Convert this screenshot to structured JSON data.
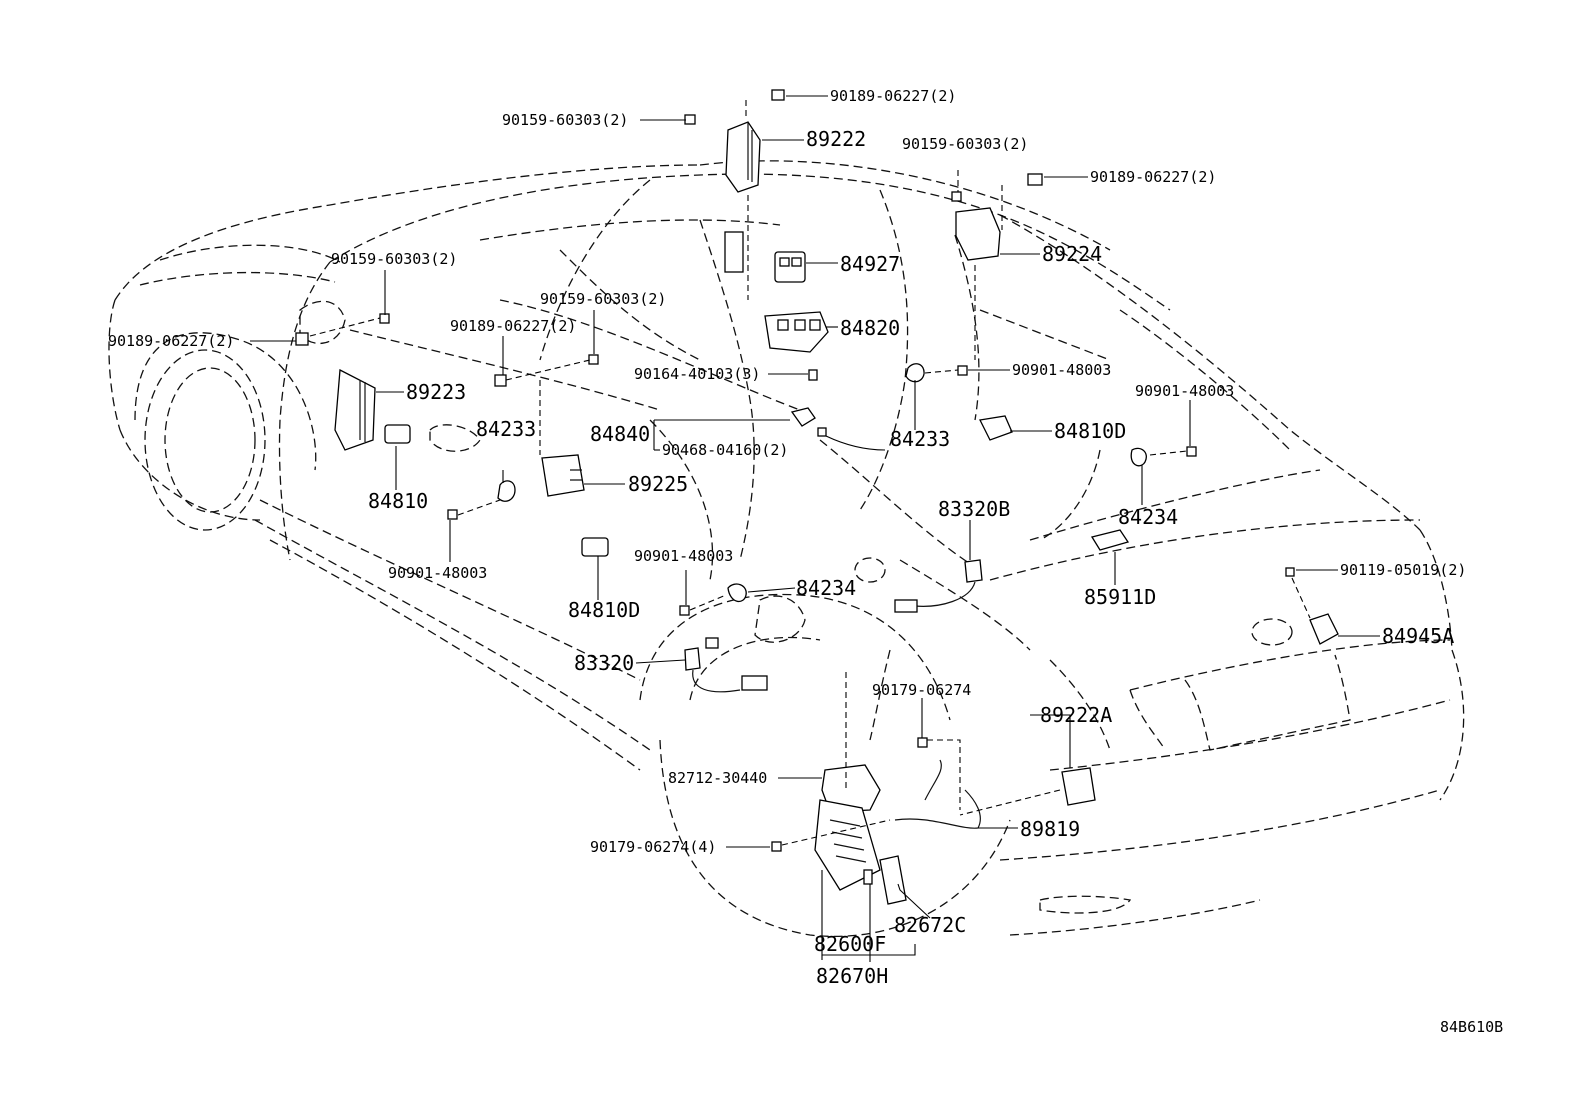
{
  "diagram_code": "84B610B",
  "labels": {
    "l01": "90189-06227(2)",
    "l02": "90159-60303(2)",
    "l03": "89222",
    "l04": "90159-60303(2)",
    "l05": "90189-06227(2)",
    "l06": "90159-60303(2)",
    "l07": "84927",
    "l08": "89224",
    "l09": "90189-06227(2)",
    "l10": "90159-60303(2)",
    "l11": "90189-06227(2)",
    "l12": "84820",
    "l13": "90164-40103(3)",
    "l14": "90901-48003",
    "l15": "90901-48003",
    "l16": "89223",
    "l17": "84233",
    "l18": "84840",
    "l19": "90468-04160(2)",
    "l20": "84233",
    "l21": "84810D",
    "l22": "89225",
    "l23": "84810",
    "l24": "83320B",
    "l25": "84234",
    "l26": "90901-48003",
    "l27": "90901-48003",
    "l28": "84234",
    "l29": "85911D",
    "l30": "90119-05019(2)",
    "l31": "84810D",
    "l32": "84945A",
    "l33": "83320",
    "l34": "90179-06274",
    "l35": "89222A",
    "l36": "82712-30440",
    "l37": "89819",
    "l38": "90179-06274(4)",
    "l39": "82672C",
    "l40": "82600F",
    "l41": "82670H"
  }
}
